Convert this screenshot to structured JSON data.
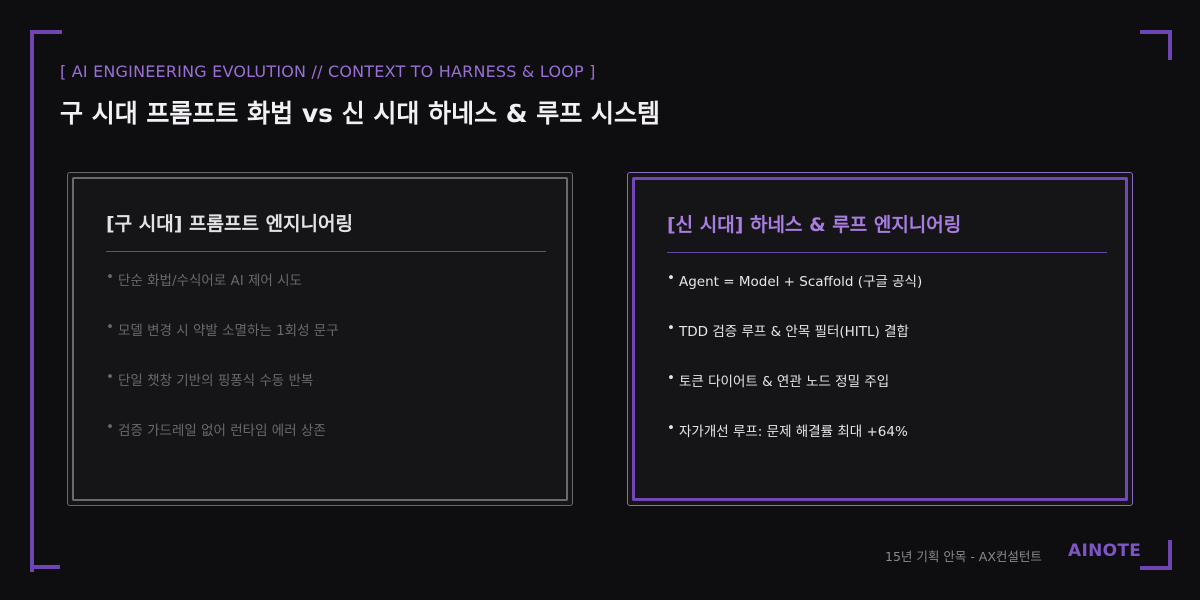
{
  "eyebrow": "[ AI ENGINEERING EVOLUTION // CONTEXT TO HARNESS & LOOP ]",
  "title": "구 시대 프롬프트 화법 vs 신 시대 하네스 & 루프 시스템",
  "cards": {
    "old": {
      "title": "[구 시대] 프롬프트 엔지니어링",
      "items": [
        "단순 화법/수식어로 AI 제어 시도",
        "모델 변경 시 약발 소멸하는 1회성 문구",
        "단일 챗창 기반의 핑퐁식 수동 반복",
        "검증 가드레일 없어 런타임 에러 상존"
      ]
    },
    "new": {
      "title": "[신 시대] 하네스 & 루프 엔지니어링",
      "items": [
        "Agent = Model + Scaffold (구글 공식)",
        "TDD 검증 루프 & 안목 필터(HITL) 결합",
        "토큰 다이어트 & 연관 노드 정밀 주입",
        "자가개선 루프: 문제 해결률 최대 +64%"
      ]
    }
  },
  "footer": {
    "note": "15년 기획 안목 - AX컨설턴트",
    "brand": "AINOTE"
  },
  "colors": {
    "accent": "#7247b8",
    "background": "#0e0d10"
  },
  "bullet": "•"
}
